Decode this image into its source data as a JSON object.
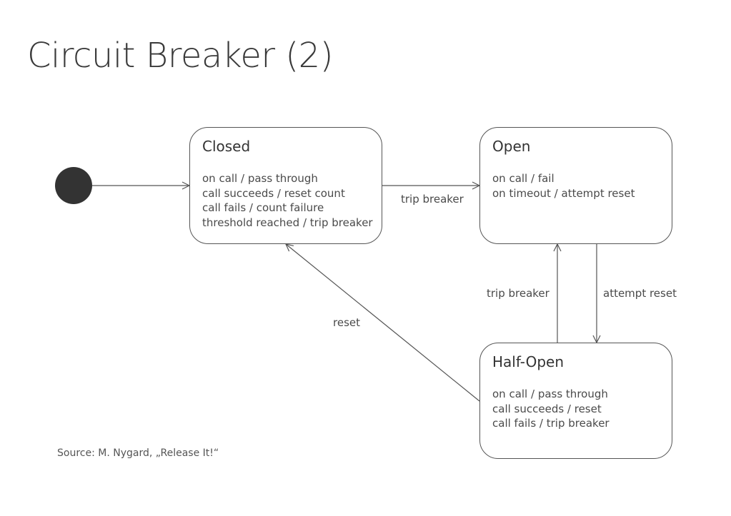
{
  "title": "Circuit Breaker (2)",
  "states": {
    "closed": {
      "name": "Closed",
      "actions": [
        "on call / pass through",
        "call succeeds / reset count",
        "call fails / count failure",
        "threshold reached / trip breaker"
      ]
    },
    "open": {
      "name": "Open",
      "actions": [
        "on call / fail",
        "on timeout / attempt reset"
      ]
    },
    "half_open": {
      "name": "Half-Open",
      "actions": [
        "on call / pass through",
        "call succeeds / reset",
        "call fails / trip breaker"
      ]
    }
  },
  "transitions": {
    "closed_to_open": "trip breaker",
    "half_open_to_open": "trip breaker",
    "open_to_half_open": "attempt reset",
    "half_open_to_closed": "reset"
  },
  "source": "Source: M. Nygard, „Release It!“",
  "colors": {
    "line": "#555555",
    "initial_node": "#333333",
    "text": "#3a3a3a"
  }
}
